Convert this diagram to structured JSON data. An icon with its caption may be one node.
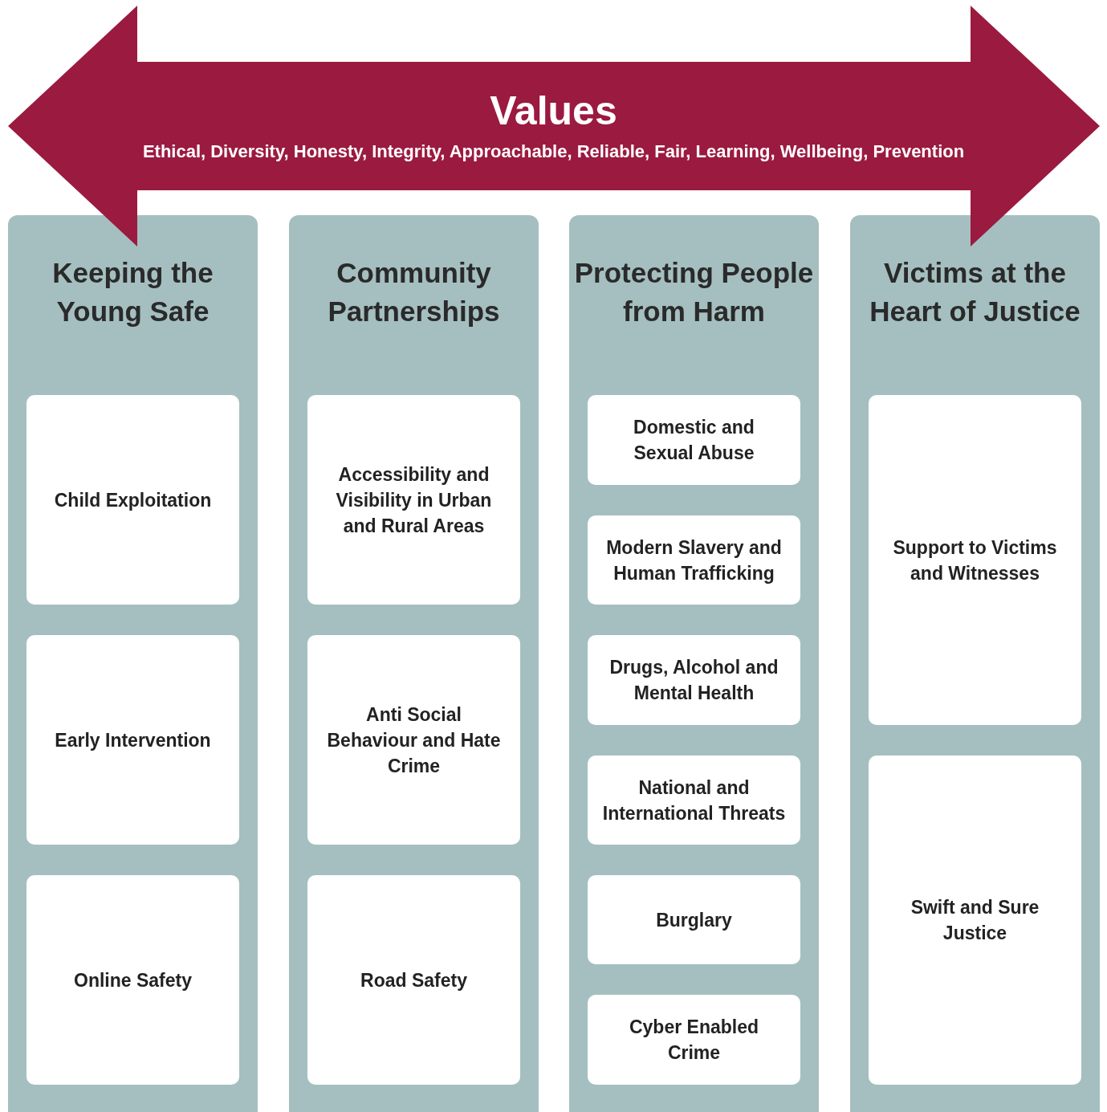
{
  "diagram": {
    "nodes": [
      {
        "text": [
          "Values",
          "Ethical, Diversity, Honesty, Integrity, Approachable, Reliable, Fair, Learning, Wellbeing, Prevention"
        ]
      },
      {
        "text": [
          "Keeping the Young Safe"
        ]
      },
      {
        "text": [
          "Child Exploitation"
        ],
        "in": 1
      },
      {
        "text": [
          "Early Intervention"
        ],
        "in": 1
      },
      {
        "text": [
          "Online Safety"
        ],
        "in": 1
      },
      {
        "text": [
          "Community Partnerships"
        ]
      },
      {
        "text": [
          "Accessibility and Visibility in Urban and Rural Areas"
        ],
        "in": 5
      },
      {
        "text": [
          "Anti Social Behaviour and Hate Crime"
        ],
        "in": 5
      },
      {
        "text": [
          "Road Safety"
        ],
        "in": 5
      },
      {
        "text": [
          "Protecting People from Harm"
        ]
      },
      {
        "text": [
          "Domestic and Sexual Abuse"
        ],
        "in": 9
      },
      {
        "text": [
          "Modern Slavery and Human Trafficking"
        ],
        "in": 9
      },
      {
        "text": [
          "Drugs, Alcohol and Mental Health"
        ],
        "in": 9
      },
      {
        "text": [
          "National and International Threats"
        ],
        "in": 9
      },
      {
        "text": [
          "Burglary"
        ],
        "in": 9
      },
      {
        "text": [
          "Cyber Enabled Crime"
        ],
        "in": 9
      },
      {
        "text": [
          "Victims at the Heart of Justice"
        ]
      },
      {
        "text": [
          "Support to Victims and Witnesses"
        ],
        "in": 16
      },
      {
        "text": [
          "Swift and Sure Justice"
        ],
        "in": 16
      }
    ]
  }
}
